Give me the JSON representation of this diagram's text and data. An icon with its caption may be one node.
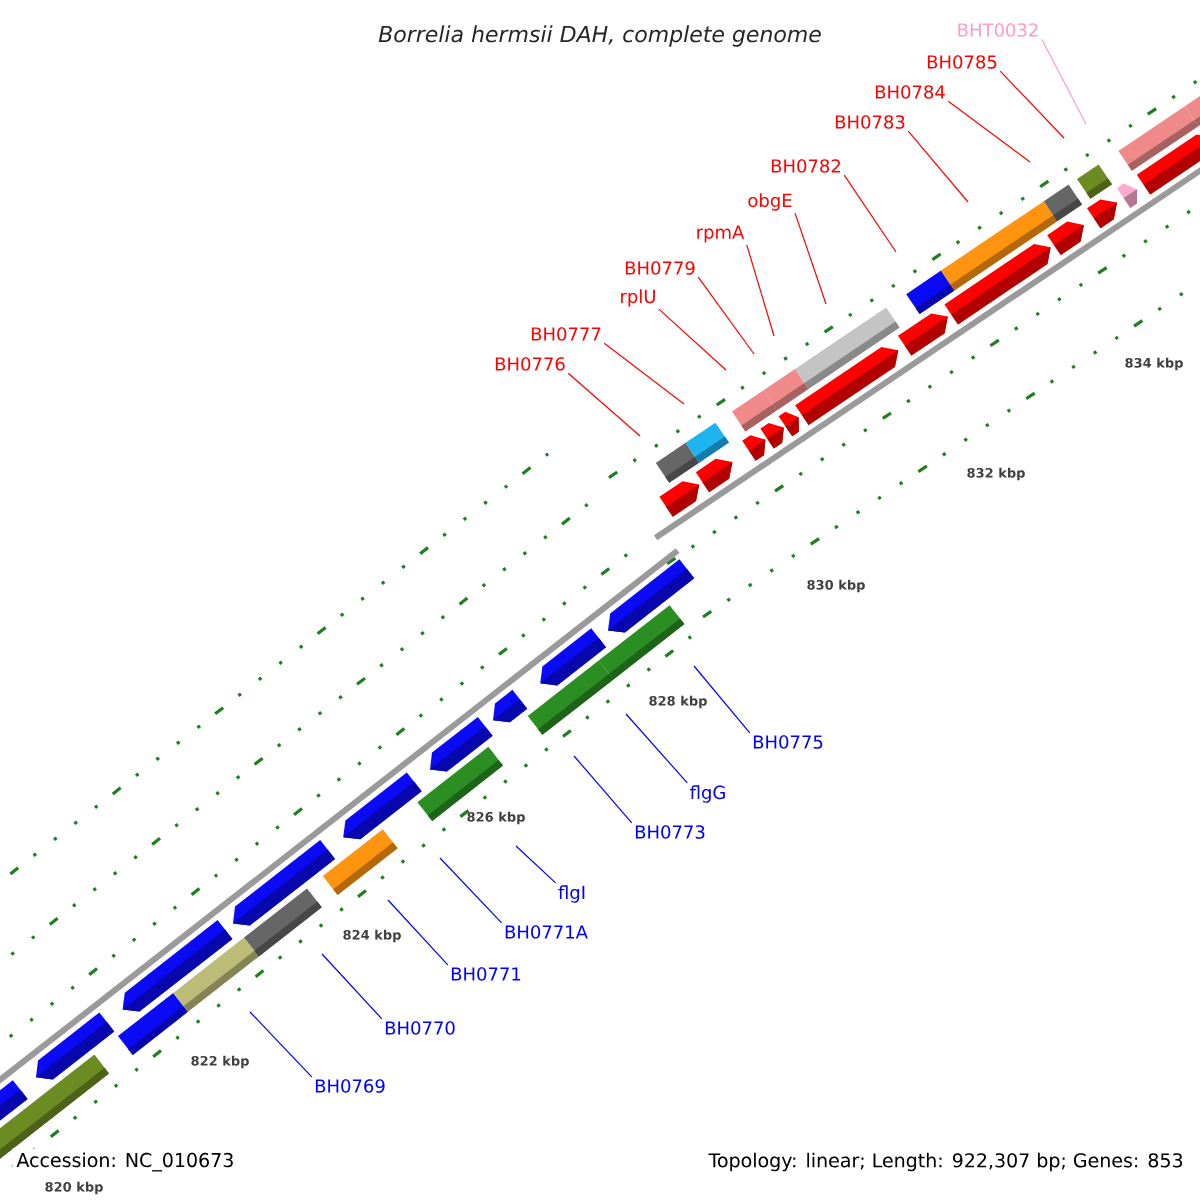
{
  "diagram": {
    "title": "Borrelia hermsii DAH, complete genome",
    "nodes": [
      {
        "text": [
          "BHT0032"
        ]
      },
      {
        "text": [
          "BH0785"
        ]
      },
      {
        "text": [
          "BH0784"
        ]
      },
      {
        "text": [
          "BH0783"
        ]
      },
      {
        "text": [
          "BH0782"
        ]
      },
      {
        "text": [
          "obgE"
        ]
      },
      {
        "text": [
          "rpmA"
        ]
      },
      {
        "text": [
          "BH0779"
        ]
      },
      {
        "text": [
          "rplU"
        ]
      },
      {
        "text": [
          "BH0777"
        ]
      },
      {
        "text": [
          "BH0776"
        ]
      },
      {
        "text": [
          "BH0775"
        ]
      },
      {
        "text": [
          "flgG"
        ]
      },
      {
        "text": [
          "BH0773"
        ]
      },
      {
        "text": [
          "flgI"
        ]
      },
      {
        "text": [
          "BH0771A"
        ]
      },
      {
        "text": [
          "BH0771"
        ]
      },
      {
        "text": [
          "BH0770"
        ]
      },
      {
        "text": [
          "BH0769"
        ]
      }
    ],
    "edges": [
      {
        "from": 0,
        "to": null,
        "arrow": "none",
        "color": "#ff99cc"
      },
      {
        "from": 1,
        "to": null,
        "arrow": "none"
      },
      {
        "from": 2,
        "to": null,
        "arrow": "none"
      },
      {
        "from": 3,
        "to": null,
        "arrow": "none"
      },
      {
        "from": 4,
        "to": null,
        "arrow": "none"
      },
      {
        "from": 5,
        "to": null,
        "arrow": "none"
      },
      {
        "from": 6,
        "to": null,
        "arrow": "none"
      },
      {
        "from": 7,
        "to": null,
        "arrow": "none"
      },
      {
        "from": 8,
        "to": null,
        "arrow": "none"
      },
      {
        "from": 9,
        "to": null,
        "arrow": "none"
      },
      {
        "from": 10,
        "to": null,
        "arrow": "none"
      },
      {
        "from": 11,
        "to": null,
        "arrow": "none",
        "color": "#0000ff"
      },
      {
        "from": 12,
        "to": null,
        "arrow": "none",
        "color": "#0000ff"
      },
      {
        "from": 13,
        "to": null,
        "arrow": "none",
        "color": "#0000ff"
      },
      {
        "from": 14,
        "to": null,
        "arrow": "none",
        "color": "#0000ff"
      },
      {
        "from": 15,
        "to": null,
        "arrow": "none",
        "color": "#0000ff"
      },
      {
        "from": 16,
        "to": null,
        "arrow": "none",
        "color": "#0000ff"
      },
      {
        "from": 17,
        "to": null,
        "arrow": "none",
        "color": "#0000ff"
      },
      {
        "from": 18,
        "to": null,
        "arrow": "none",
        "color": "#0000ff"
      }
    ],
    "labels": [
      "834 kbp",
      "832 kbp",
      "830 kbp",
      "828 kbp",
      "826 kbp",
      "824 kbp",
      "822 kbp",
      "820 kbp",
      "Accession: NC_010673",
      "Topology: linear; Length: 922,307 bp; Genes: 853"
    ]
  }
}
